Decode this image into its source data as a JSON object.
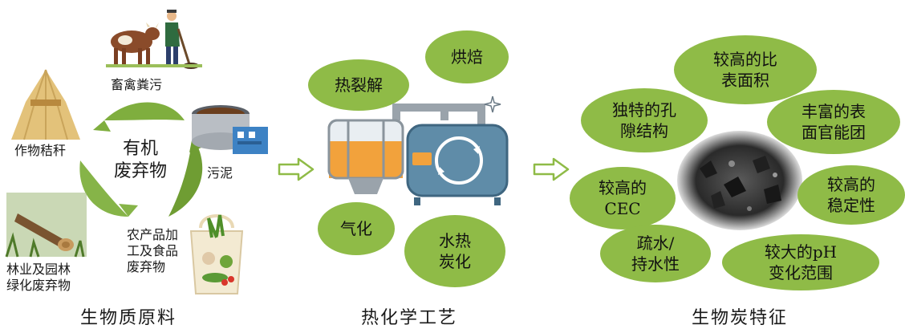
{
  "raw_materials": {
    "caption": "生物质原料",
    "center_label": "有机\n废弃物",
    "items": [
      {
        "key": "manure",
        "label": "畜禽粪污"
      },
      {
        "key": "straw",
        "label": "作物秸秆"
      },
      {
        "key": "sludge",
        "label": "污泥"
      },
      {
        "key": "forestry",
        "label": "林业及园林\n绿化废弃物"
      },
      {
        "key": "agri_food",
        "label": "农产品加\n工及食品\n废弃物"
      }
    ]
  },
  "processes": {
    "caption": "热化学工艺",
    "items": [
      "热裂解",
      "烘焙",
      "气化",
      "水热\n炭化"
    ]
  },
  "biochar_features": {
    "caption": "生物炭特征",
    "items": [
      "较高的比\n表面积",
      "独特的孔\n隙结构",
      "丰富的表\n面官能团",
      "较高的\nCEC",
      "较高的\n稳定性",
      "疏水/\n持水性",
      "较大的pH\n变化范围"
    ]
  },
  "colors": {
    "oval_green": "#8fbb47",
    "arrow_green": "#8fbb47",
    "leaf_green": "#79a83a",
    "reactor_blue": "#5f8ca8",
    "reactor_orange": "#f2a23c"
  }
}
